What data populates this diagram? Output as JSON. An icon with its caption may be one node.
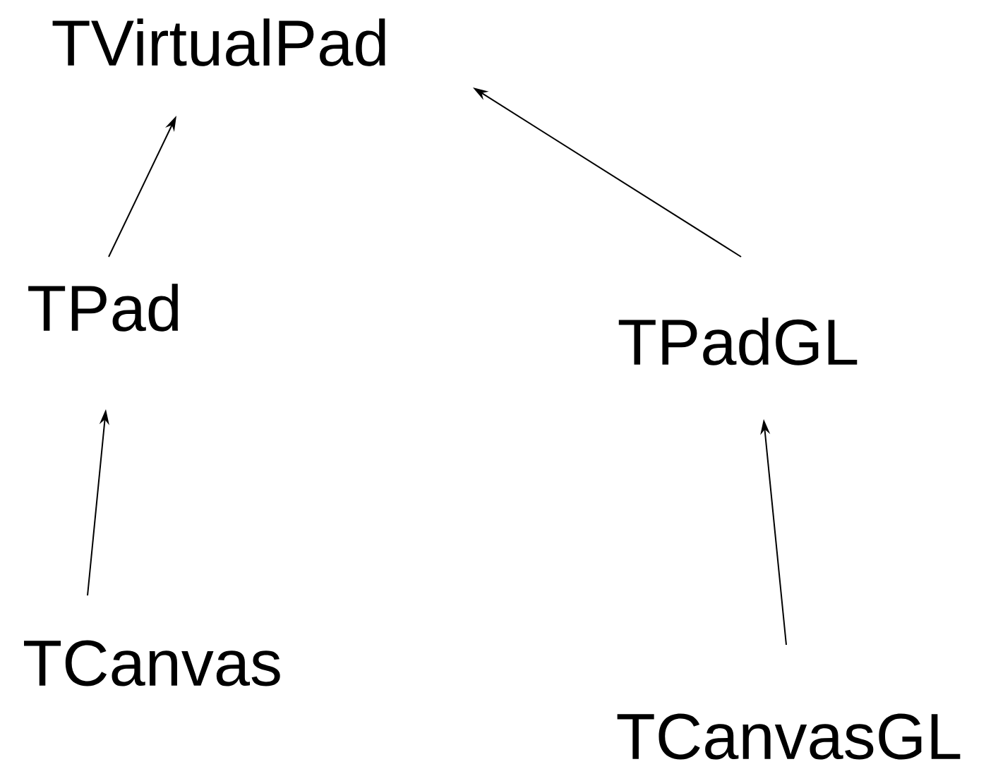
{
  "diagram": {
    "nodes": [
      {
        "text": [
          "TVirtualPad"
        ]
      },
      {
        "text": [
          "TPad"
        ]
      },
      {
        "text": [
          "TPadGL"
        ]
      },
      {
        "text": [
          "TCanvas"
        ]
      },
      {
        "text": [
          "TCanvasGL"
        ]
      }
    ],
    "edges": [
      {
        "from": 1,
        "to": 0,
        "arrow": "to"
      },
      {
        "from": 2,
        "to": 0,
        "arrow": "to"
      },
      {
        "from": 3,
        "to": 1,
        "arrow": "to"
      },
      {
        "from": 4,
        "to": 2,
        "arrow": "to"
      }
    ]
  }
}
